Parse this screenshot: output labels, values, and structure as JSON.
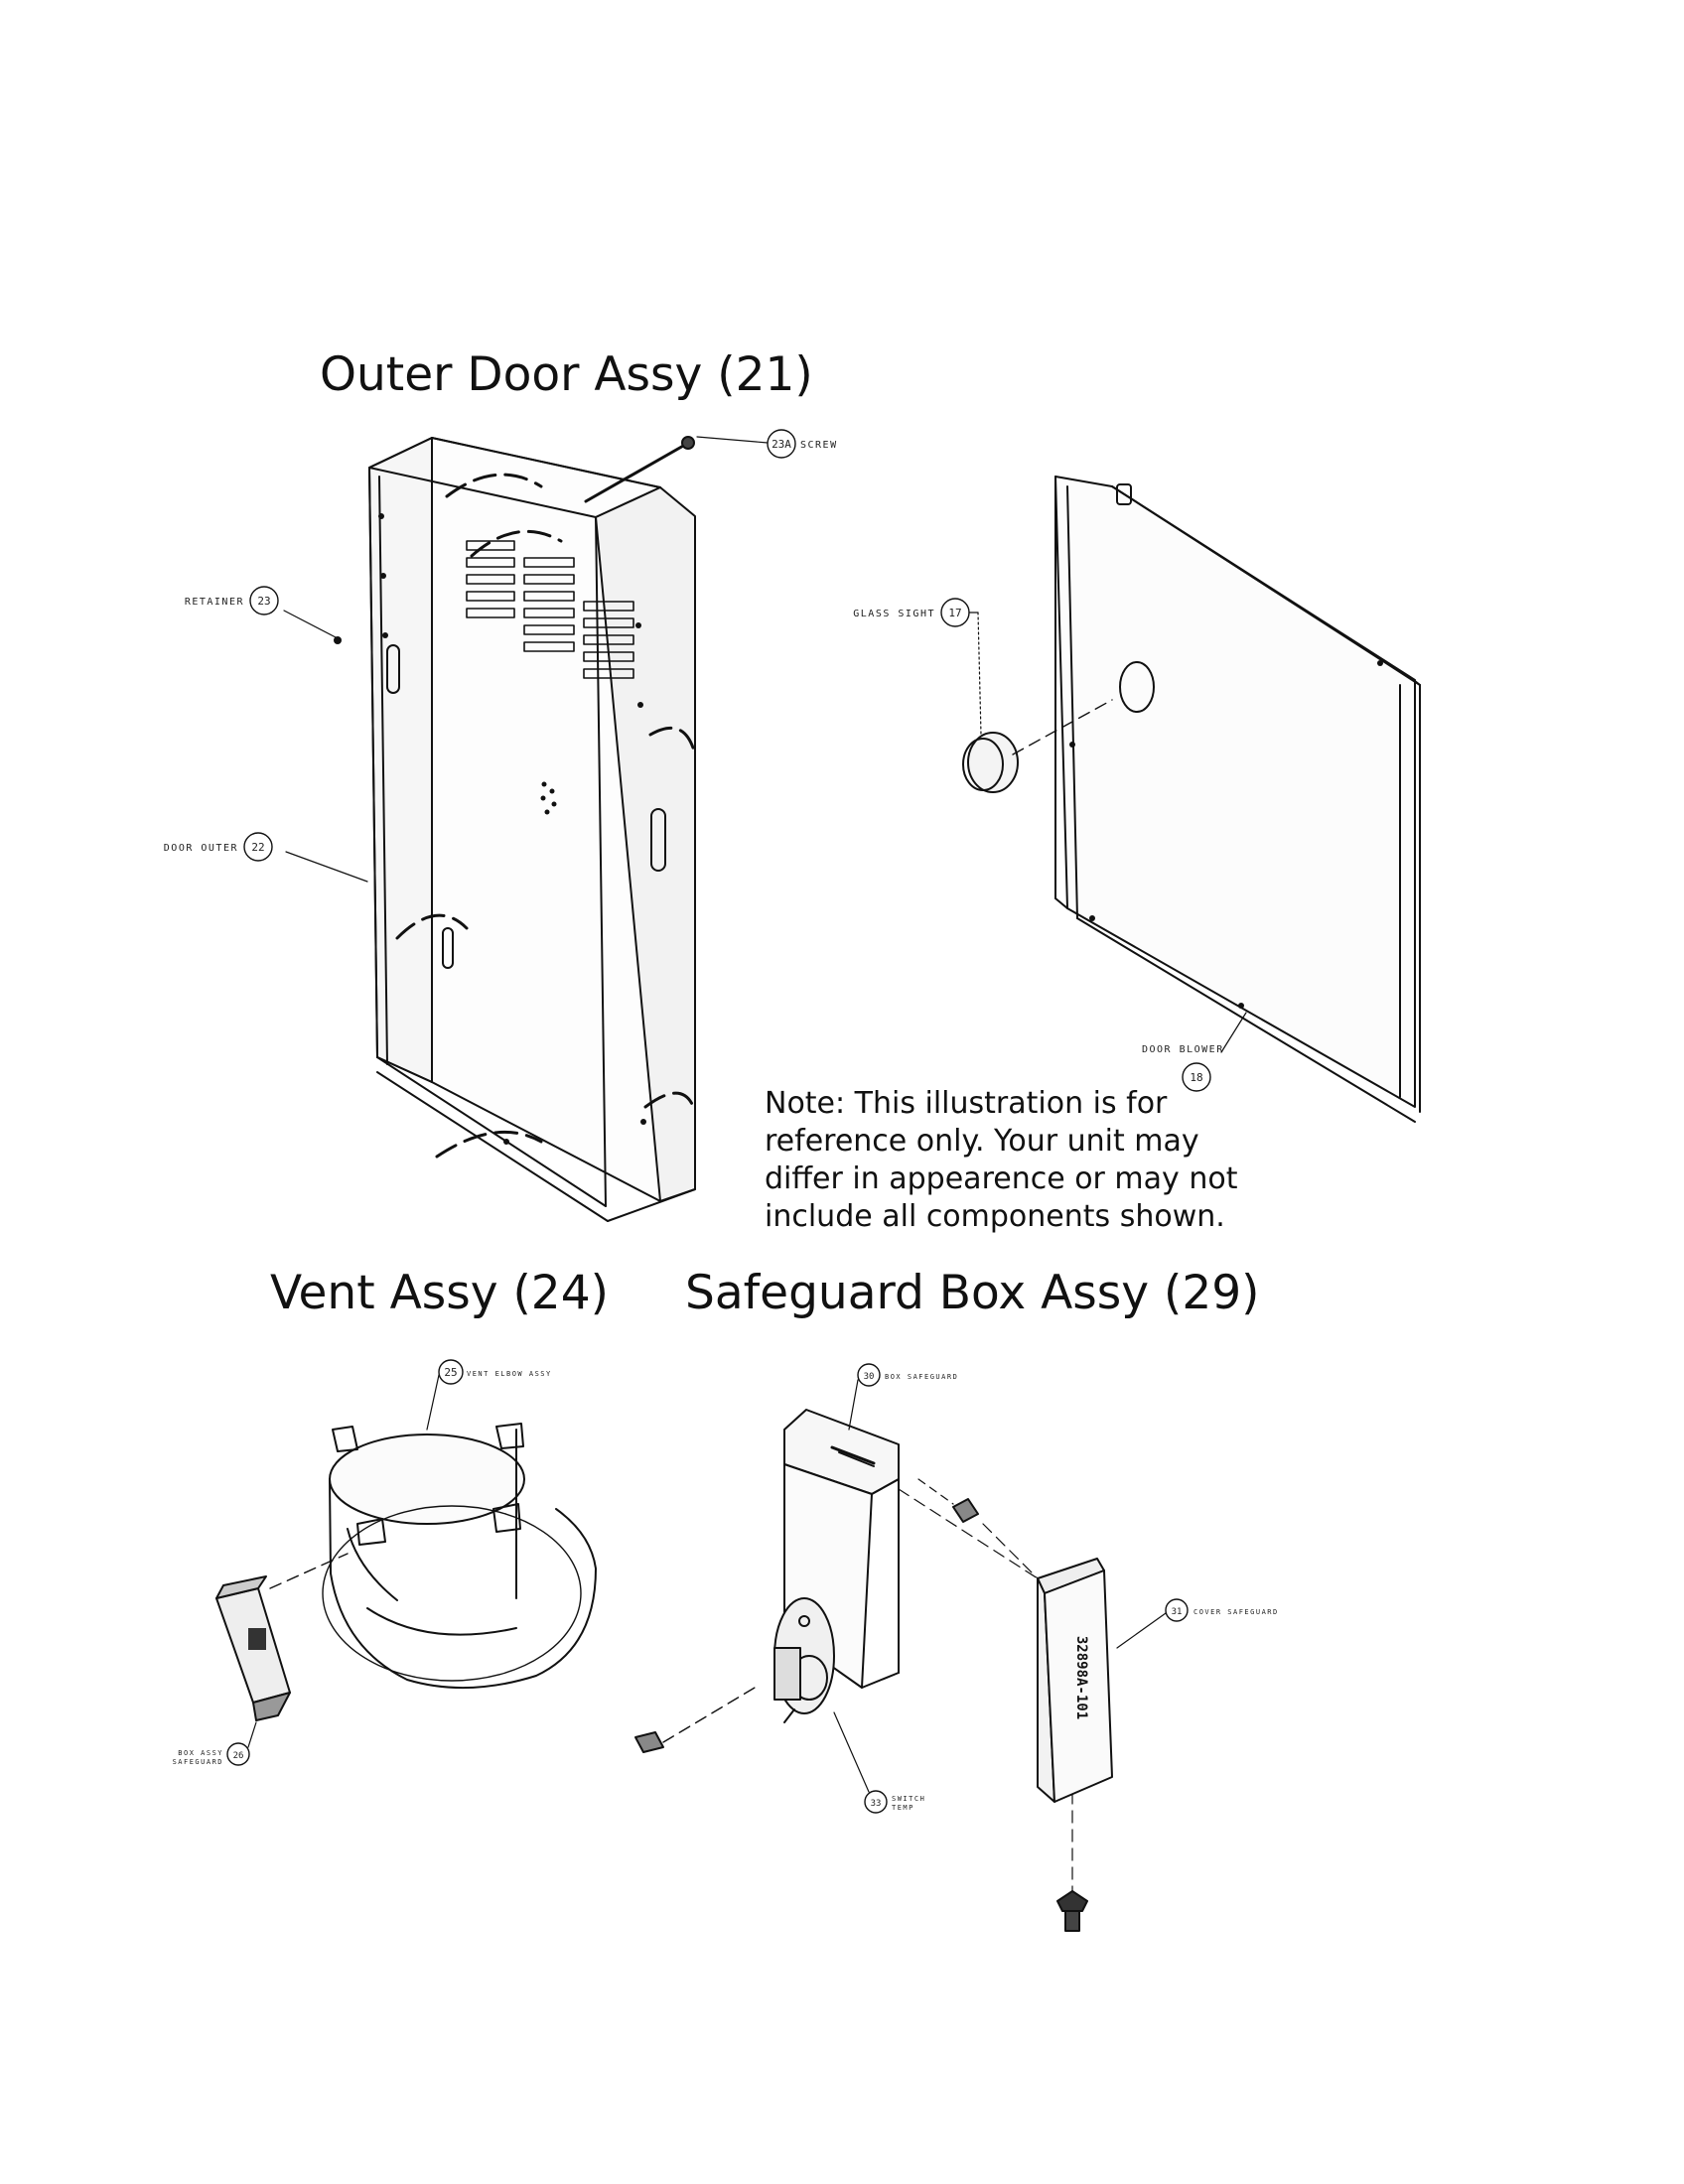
{
  "headings": {
    "outer_door": "Outer Door Assy (21)",
    "vent": "Vent Assy (24)",
    "safeguard": "Safeguard Box Assy (29)"
  },
  "note_lines": [
    "Note: This illustration is for",
    "reference only. Your unit may",
    "differ in appearence or may not",
    "include all components shown."
  ],
  "callouts": {
    "screw": {
      "number": "23A",
      "text": "SCREW"
    },
    "retainer": {
      "number": "23",
      "text": "RETAINER"
    },
    "door_outer": {
      "number": "22",
      "text": "DOOR OUTER"
    },
    "glass_sight": {
      "number": "17",
      "text": "GLASS SIGHT"
    },
    "door_blower": {
      "number": "18",
      "text": "DOOR BLOWER"
    },
    "vent_elbow": {
      "number": "25",
      "text": "VENT ELBOW ASSY"
    },
    "box_assy_safeguard": {
      "number": "26",
      "text_line1": "BOX ASSY",
      "text_line2": "SAFEGUARD"
    },
    "box_safeguard": {
      "number": "30",
      "text": "BOX SAFEGUARD"
    },
    "cover_safeguard": {
      "number": "31",
      "text": "COVER SAFEGUARD"
    },
    "switch_temp": {
      "number": "33",
      "text_line1": "SWITCH",
      "text_line2": "TEMP"
    }
  },
  "cover_stamp": "32898A-101"
}
